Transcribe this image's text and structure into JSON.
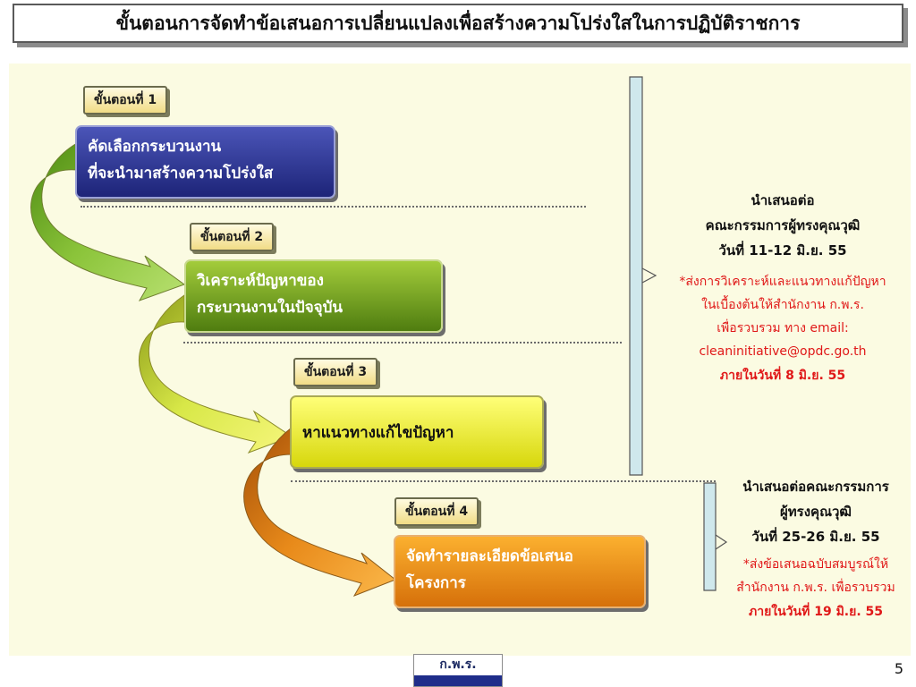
{
  "title": "ขั้นตอนการจัดทำข้อเสนอการเปลี่ยนแปลงเพื่อสร้างความโปร่งใสในการปฏิบัติราชการ",
  "steps": [
    {
      "tab": "ขั้นตอนที่ 1",
      "line1": "คัดเลือกกระบวนงาน",
      "line2": "ที่จะนำมาสร้างความโปร่งใส"
    },
    {
      "tab": "ขั้นตอนที่ 2",
      "line1": "วิเคราะห์ปัญหาของ",
      "line2": "กระบวนงานในปัจจุบัน"
    },
    {
      "tab": "ขั้นตอนที่ 3",
      "line1": "หาแนวทางแก้ไขปัญหา",
      "line2": ""
    },
    {
      "tab": "ขั้นตอนที่ 4",
      "line1": "จัดทำรายละเอียดข้อเสนอ",
      "line2": "โครงการ"
    }
  ],
  "note1": {
    "line1": "นำเสนอต่อ",
    "line2": "คณะกรรมการผู้ทรงคุณวุฒิ",
    "line3": "วันที่ 11-12 มิ.ย. 55",
    "red1": "*ส่งการวิเคราะห์และแนวทางแก้ปัญหา",
    "red2": "ในเบื้องต้นให้สำนักงาน ก.พ.ร.",
    "red3": "เพื่อรวบรวม ทาง email:",
    "red4": "cleaninitiative@opdc.go.th",
    "red5": "ภายในวันที่ 8 มิ.ย. 55"
  },
  "note2": {
    "line1": "นำเสนอต่อคณะกรรมการ",
    "line2": "ผู้ทรงคุณวุฒิ",
    "line3": "วันที่ 25-26 มิ.ย. 55",
    "red1": "*ส่งข้อเสนอฉบับสมบูรณ์ให้",
    "red2": "สำนักงาน ก.พ.ร. เพื่อรวบรวม",
    "red3": "ภายในวันที่ 19 มิ.ย. 55"
  },
  "logo_text": "ก.พ.ร.",
  "page_number": "5"
}
